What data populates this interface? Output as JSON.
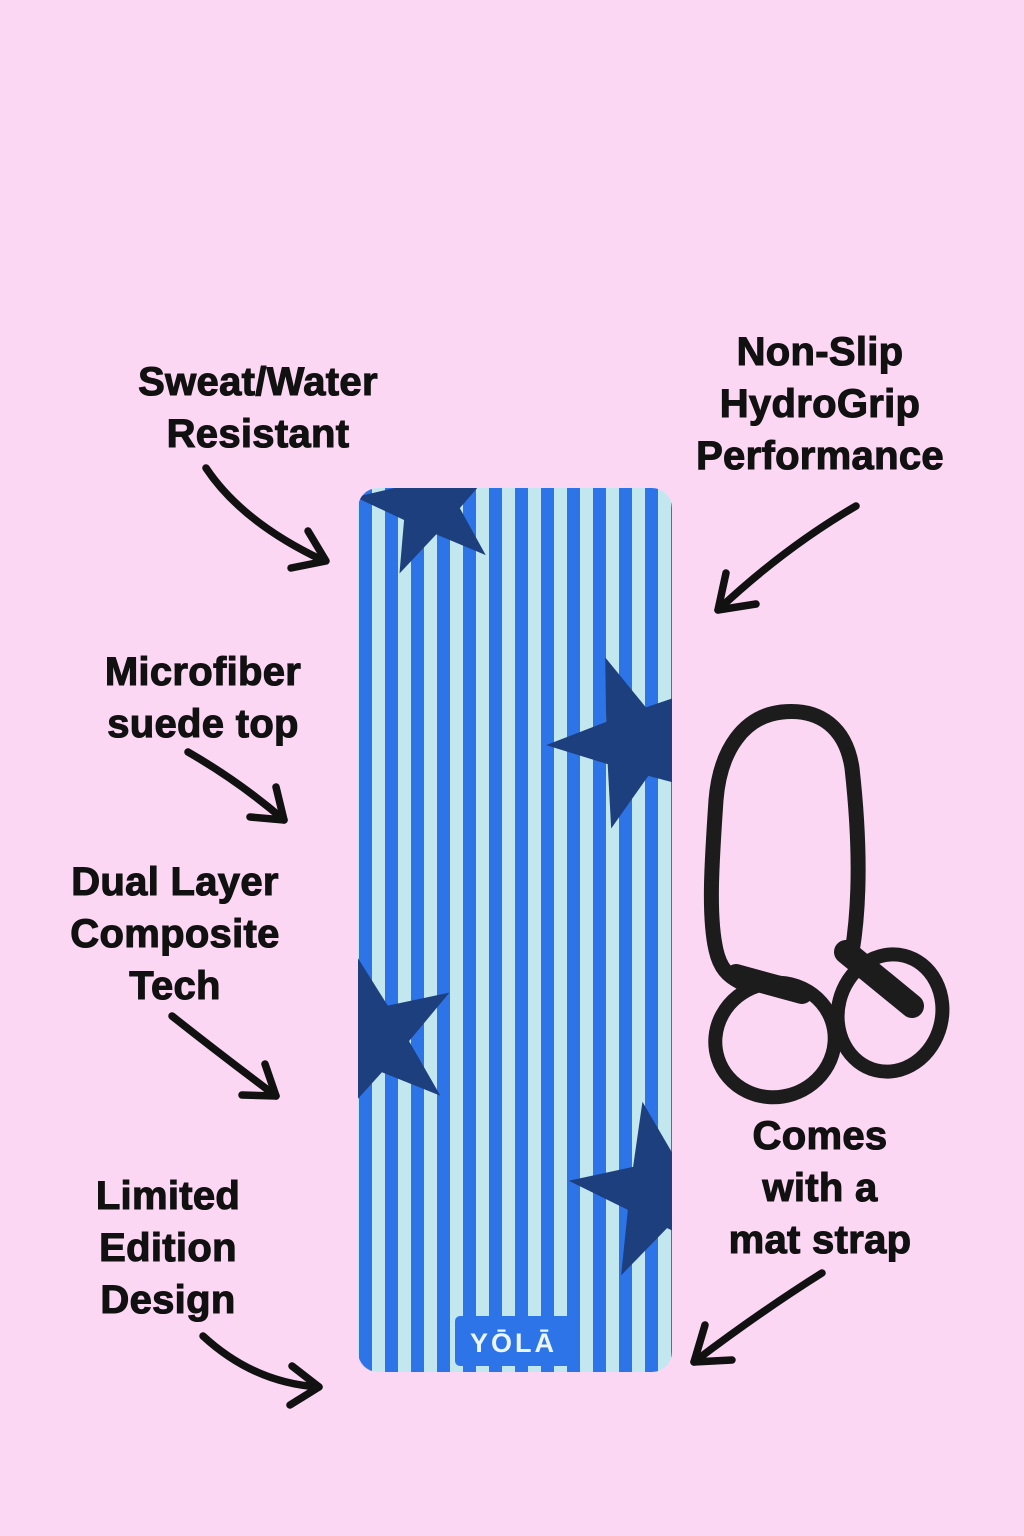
{
  "colors": {
    "background": "#fcd7f3",
    "text": "#111111",
    "stripe_light": "#c3e7ef",
    "stripe_blue": "#2e74e9",
    "star_navy": "#1d3f7e",
    "strap_black": "#1c1c1c",
    "logo_bg": "#2e74e9",
    "logo_text_color": "#ecf6fa"
  },
  "features": {
    "sweat_water": {
      "line1": "Sweat/Water",
      "line2": "Resistant"
    },
    "non_slip": {
      "line1": "Non-Slip",
      "line2": "HydroGrip",
      "line3": "Performance"
    },
    "microfiber": {
      "line1": "Microfiber",
      "line2": "suede top"
    },
    "dual_layer": {
      "line1": "Dual Layer",
      "line2": "Composite",
      "line3": "Tech"
    },
    "limited_edition": {
      "line1": "Limited",
      "line2": "Edition",
      "line3": "Design"
    },
    "mat_strap": {
      "line1": "Comes",
      "line2": "with a",
      "line3": "mat strap"
    }
  },
  "product": {
    "brand_logo": "YŌLĀ"
  }
}
